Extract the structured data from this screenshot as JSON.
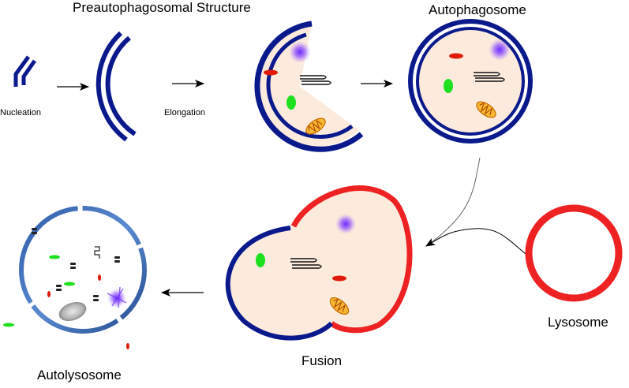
{
  "labels": {
    "title_pas": "Preautophagosomal Structure",
    "autophagosome": "Autophagosome",
    "nucleation": "Nucleation",
    "elongation": "Elongation",
    "lysosome": "Lysosome",
    "fusion": "Fusion",
    "autolysosome": "Autolysosome"
  },
  "colors": {
    "membrane_blue": "#0a1a8c",
    "lysosome_red": "#ee2222",
    "lumen": "#fcebdc",
    "vesicle_green": "#1ee01e",
    "vesicle_red": "#e01a0a",
    "purple": "#7a2cff",
    "mito_orange": "#f5a623"
  }
}
